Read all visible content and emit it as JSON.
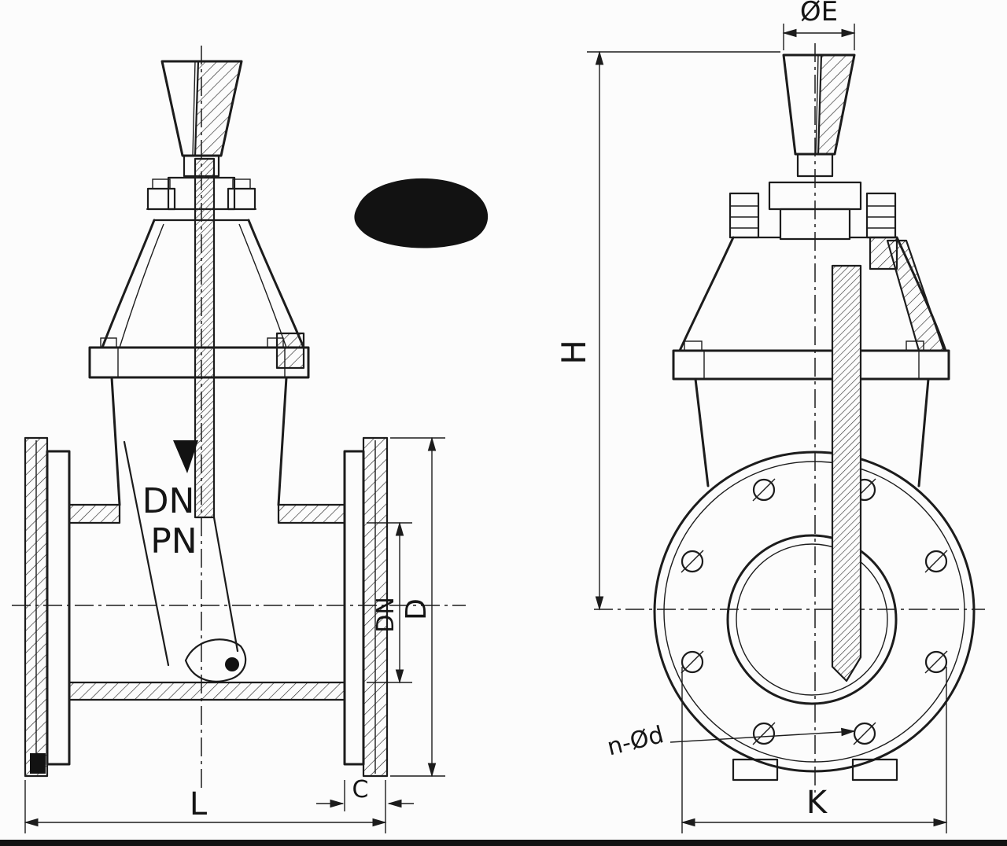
{
  "drawing": {
    "background": "#fcfcfc",
    "line_color": "#1c1c1c",
    "labels": {
      "body_dn": "DN",
      "body_pn": "PN"
    },
    "dimensions": {
      "bore": "DN",
      "flange_outer_diameter": "D",
      "face_to_face": "L",
      "flange_thickness": "C",
      "cap_diameter": "ØE",
      "total_height": "H",
      "bolt_circle": "K",
      "bolt_holes": "n-Ød"
    }
  }
}
